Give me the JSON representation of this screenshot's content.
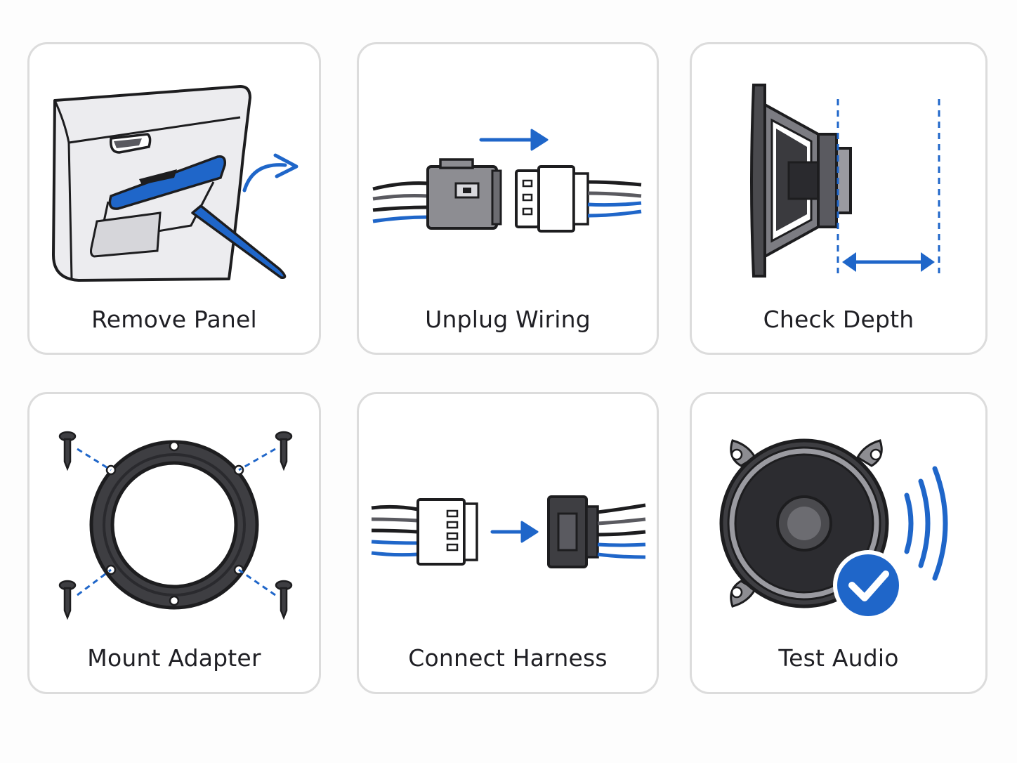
{
  "steps": [
    {
      "label": "Remove Panel",
      "icon": "door-panel-pry-tool-icon"
    },
    {
      "label": "Unplug Wiring",
      "icon": "connector-unplug-icon"
    },
    {
      "label": "Check Depth",
      "icon": "speaker-depth-measure-icon"
    },
    {
      "label": "Mount Adapter",
      "icon": "speaker-adapter-ring-screws-icon"
    },
    {
      "label": "Connect Harness",
      "icon": "harness-connect-icon"
    },
    {
      "label": "Test Audio",
      "icon": "speaker-sound-check-icon"
    }
  ],
  "colors": {
    "accent": "#1f66c9",
    "outline": "#1d1d1f",
    "card_border": "#dcdcdc",
    "dark_grey": "#4a4a4e",
    "light_grey": "#e9e9ec"
  }
}
